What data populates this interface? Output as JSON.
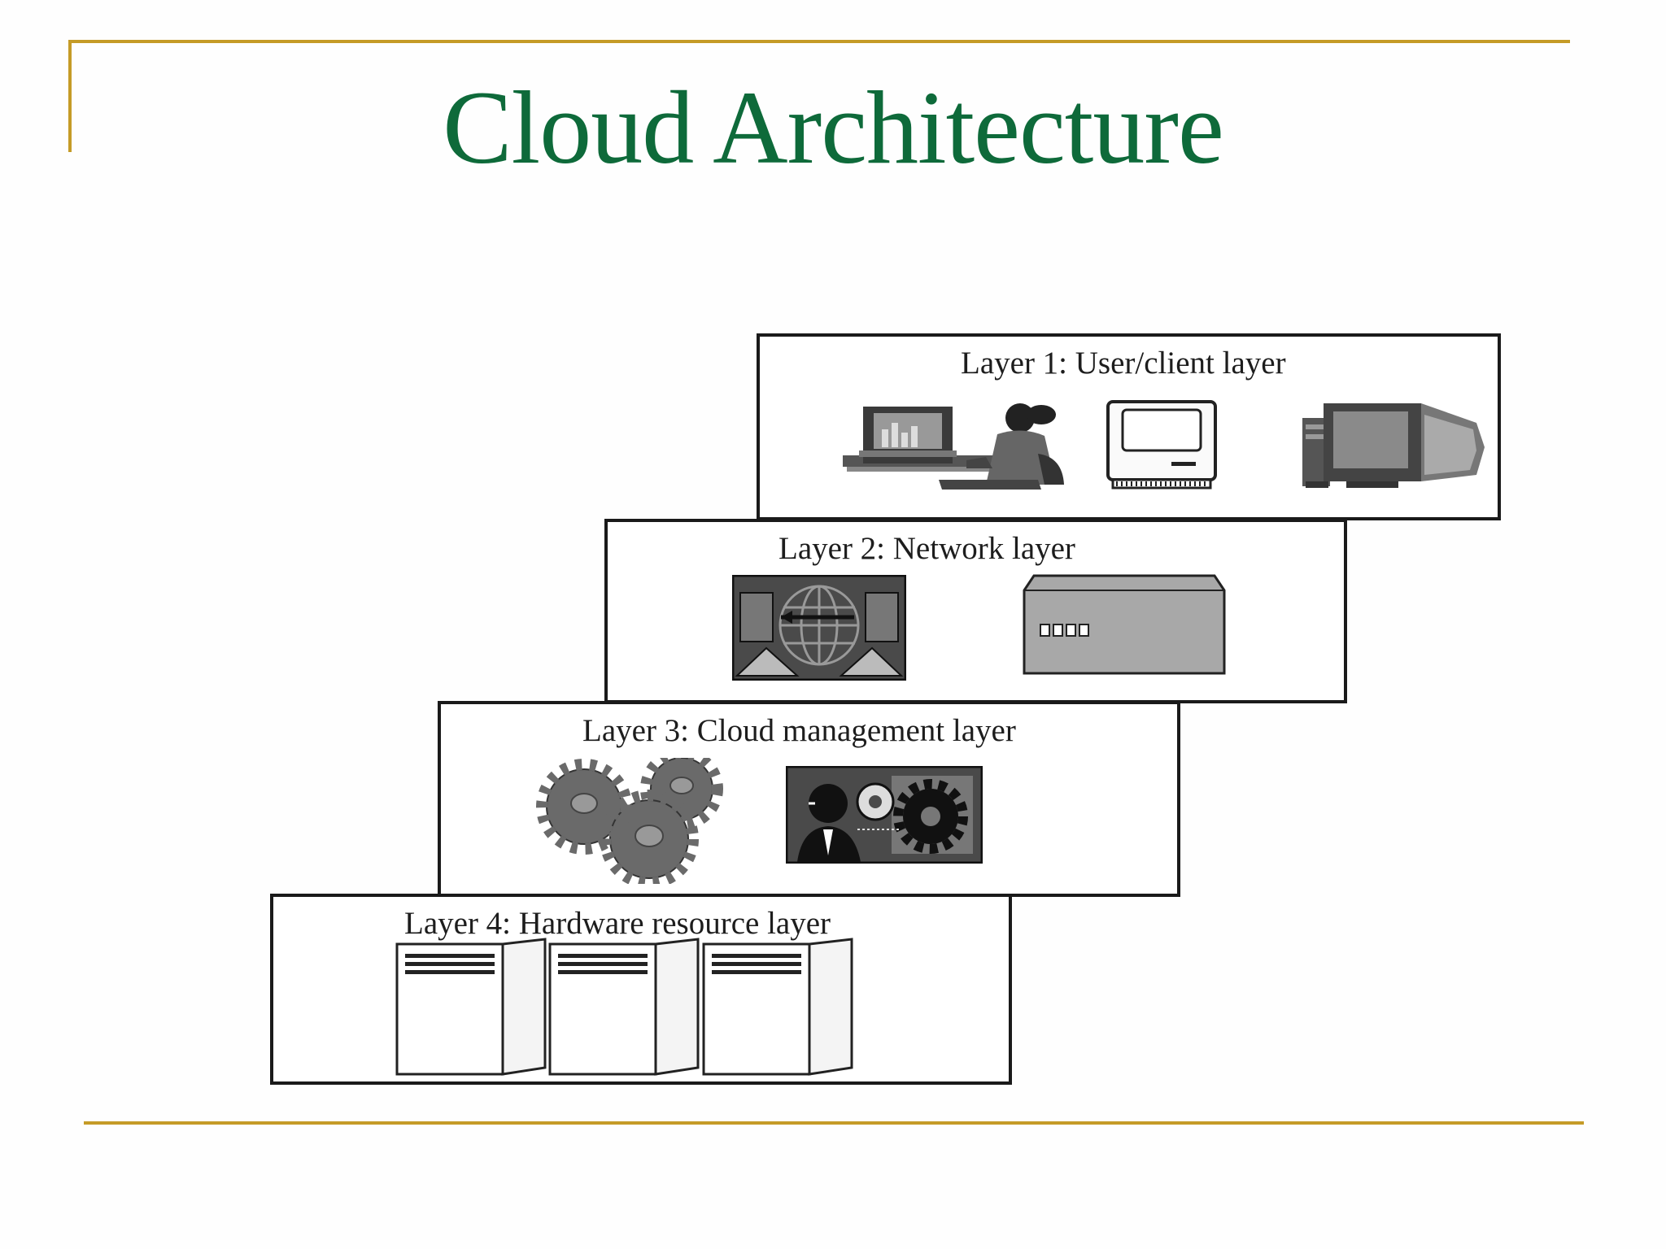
{
  "slide": {
    "title": "Cloud Architecture",
    "accent_color": "#c59b27",
    "title_color": "#0e6a3a"
  },
  "diagram": {
    "layers": [
      {
        "label": "Layer 1: User/client layer",
        "icons": [
          "person-at-desktop-icon",
          "monitor-terminal-icon",
          "desktop-computer-icon"
        ]
      },
      {
        "label": "Layer 2: Network layer",
        "icons": [
          "network-globe-icon",
          "network-switch-icon"
        ]
      },
      {
        "label": "Layer 3: Cloud management layer",
        "icons": [
          "gears-icon",
          "manager-gears-icon"
        ]
      },
      {
        "label": "Layer 4: Hardware resource layer",
        "icons": [
          "server-icon",
          "server-icon",
          "server-icon"
        ]
      }
    ]
  }
}
